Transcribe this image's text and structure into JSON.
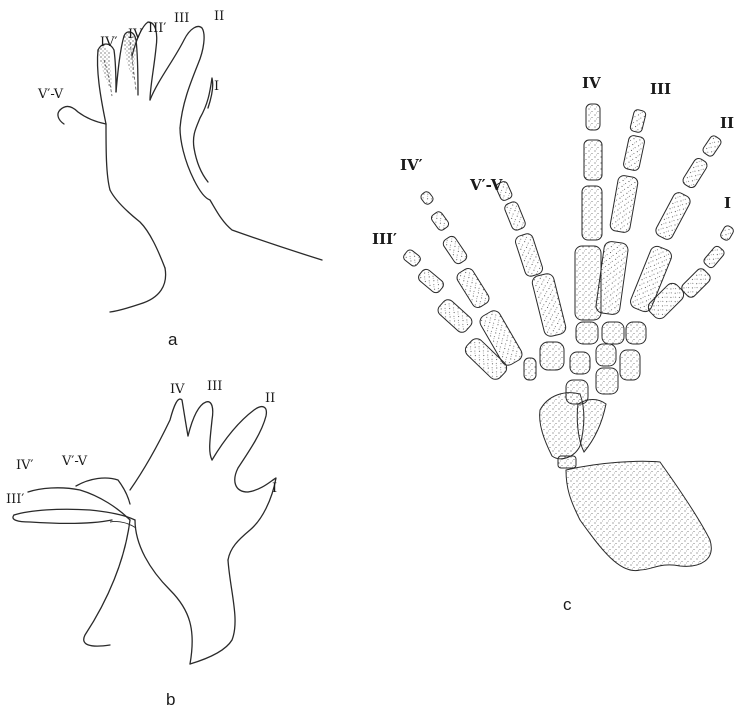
{
  "panels": {
    "a": {
      "letter": "a",
      "digits": [
        "IV′",
        "IV",
        "III′",
        "III",
        "II",
        "V′-V",
        "I"
      ]
    },
    "b": {
      "letter": "b",
      "digits": [
        "IV",
        "III",
        "II",
        "IV′",
        "V′-V",
        "III′",
        "I"
      ]
    },
    "c": {
      "letter": "c",
      "digits": [
        "IV",
        "III",
        "II",
        "IV′",
        "V′-V",
        "I",
        "III′"
      ]
    }
  }
}
